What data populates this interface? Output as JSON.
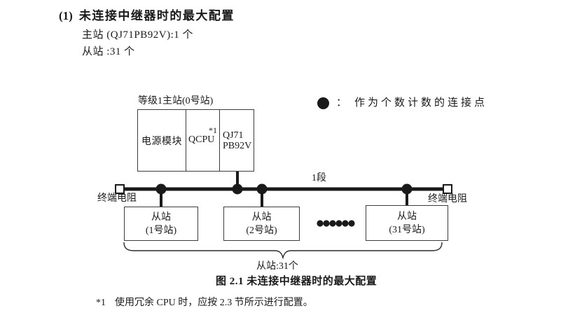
{
  "colors": {
    "ink": "#1a1a1a",
    "background": "#ffffff"
  },
  "section": {
    "index": "(1)",
    "title": "未连接中继器时的最大配置",
    "master_line": "主站 (QJ71PB92V):1 个",
    "slave_line": "从站 :31 个"
  },
  "legend": {
    "separator": "：",
    "label": "作为个数计数的连接点"
  },
  "diagram": {
    "master_label": "等级1主站(0号站)",
    "master_unit": {
      "power_module": "电源模块",
      "cpu": "QCPU",
      "cpu_footnote_ref": "*1",
      "module_line1": "QJ71",
      "module_line2": "PB92V"
    },
    "segment_label": "1段",
    "terminator_left_label": "终端电阻",
    "terminator_right_label": "终端电阻",
    "slaves": [
      {
        "line1": "从站",
        "line2": "(1号站)"
      },
      {
        "line1": "从站",
        "line2": "(2号站)"
      },
      {
        "line1": "从站",
        "line2": "(31号站)"
      }
    ],
    "slaves_total_label": "从站:31个"
  },
  "caption": "图 2.1 未连接中继器时的最大配置",
  "footnote": {
    "marker": "*1",
    "text": "使用冗余 CPU 时，应按 2.3 节所示进行配置。"
  }
}
